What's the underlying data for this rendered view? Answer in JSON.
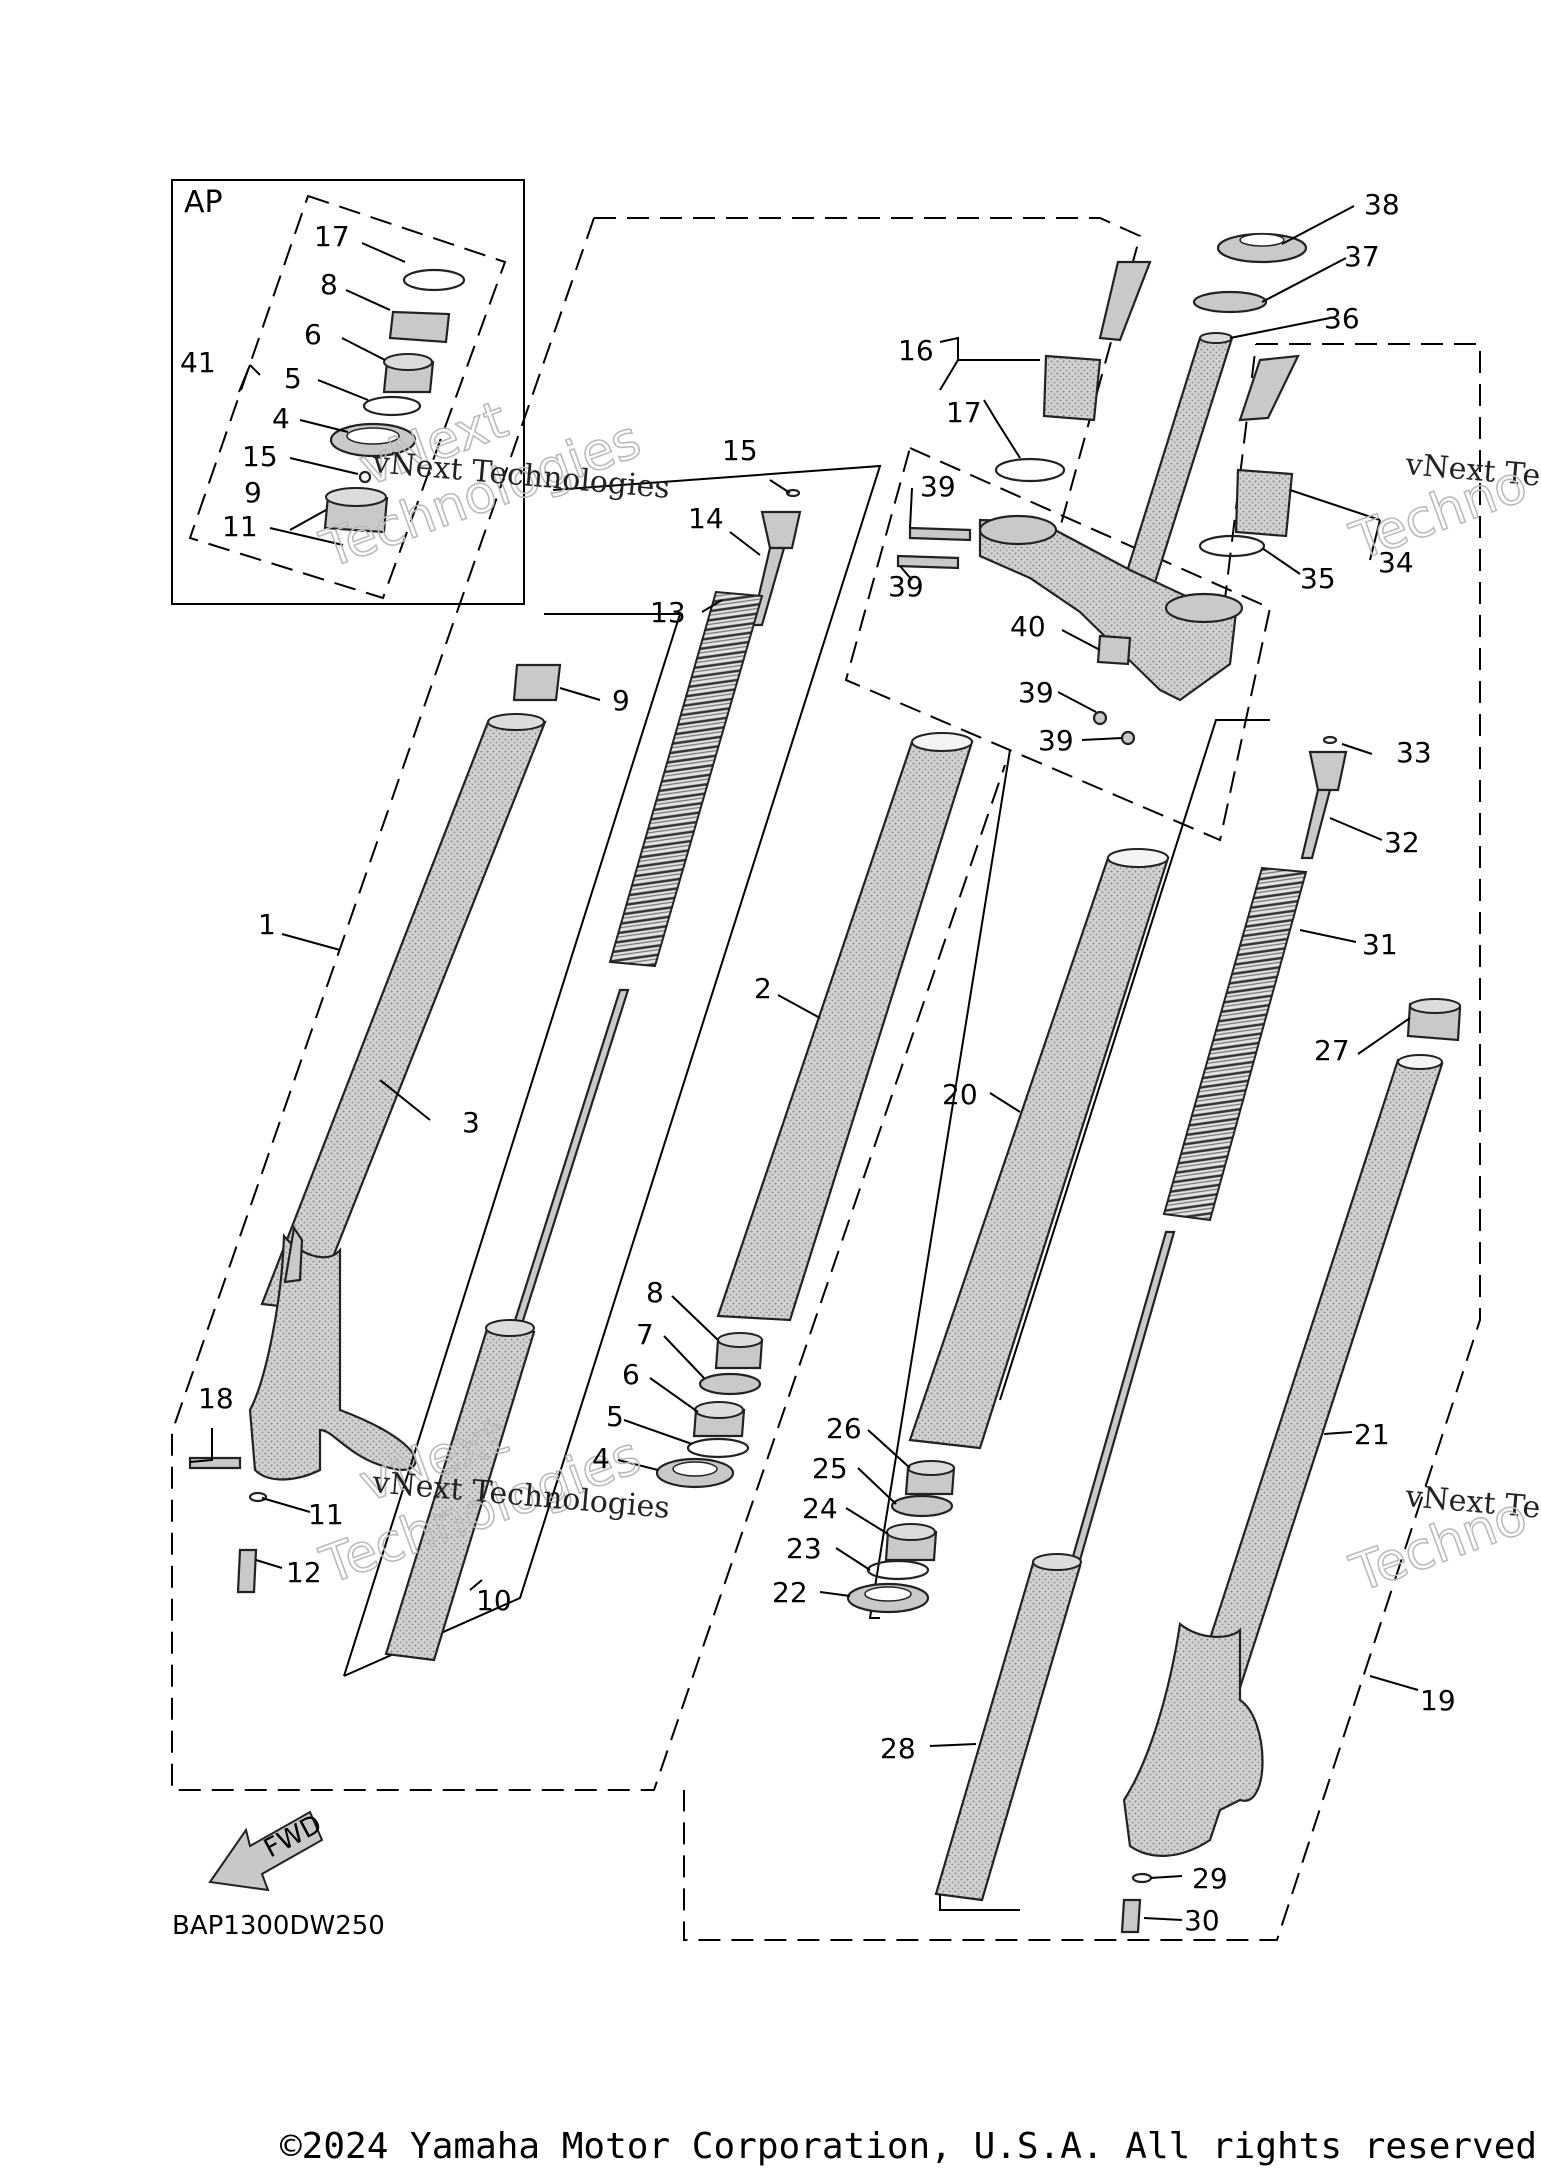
{
  "inset_box_label": "AP",
  "diagram_code": "BAP1300DW250",
  "direction_arrow_text": "FWD",
  "watermark_text": "vNext Technologies",
  "watermark_big_1": "vNext",
  "watermark_big_2": "Technologies",
  "watermark_partial_top": "vNext Tec",
  "watermark_partial_big": "Techno",
  "copyright": "©2024 Yamaha Motor Corporation, U.S.A. All rights reserved",
  "callouts": [
    {
      "id": "c-17a",
      "text": "17"
    },
    {
      "id": "c-8a",
      "text": "8"
    },
    {
      "id": "c-6a",
      "text": "6"
    },
    {
      "id": "c-41",
      "text": "41"
    },
    {
      "id": "c-5a",
      "text": "5"
    },
    {
      "id": "c-4a",
      "text": "4"
    },
    {
      "id": "c-15a",
      "text": "15"
    },
    {
      "id": "c-9a",
      "text": "9"
    },
    {
      "id": "c-11a",
      "text": "11"
    },
    {
      "id": "c-9b",
      "text": "9"
    },
    {
      "id": "c-1",
      "text": "1"
    },
    {
      "id": "c-3",
      "text": "3"
    },
    {
      "id": "c-15b",
      "text": "15"
    },
    {
      "id": "c-14",
      "text": "14"
    },
    {
      "id": "c-13",
      "text": "13"
    },
    {
      "id": "c-16",
      "text": "16"
    },
    {
      "id": "c-17b",
      "text": "17"
    },
    {
      "id": "c-39a",
      "text": "39"
    },
    {
      "id": "c-39b",
      "text": "39"
    },
    {
      "id": "c-38",
      "text": "38"
    },
    {
      "id": "c-37",
      "text": "37"
    },
    {
      "id": "c-36",
      "text": "36"
    },
    {
      "id": "c-40",
      "text": "40"
    },
    {
      "id": "c-39c",
      "text": "39"
    },
    {
      "id": "c-39d",
      "text": "39"
    },
    {
      "id": "c-35",
      "text": "35"
    },
    {
      "id": "c-34",
      "text": "34"
    },
    {
      "id": "c-33",
      "text": "33"
    },
    {
      "id": "c-32",
      "text": "32"
    },
    {
      "id": "c-31",
      "text": "31"
    },
    {
      "id": "c-2",
      "text": "2"
    },
    {
      "id": "c-20",
      "text": "20"
    },
    {
      "id": "c-27",
      "text": "27"
    },
    {
      "id": "c-8b",
      "text": "8"
    },
    {
      "id": "c-7",
      "text": "7"
    },
    {
      "id": "c-6b",
      "text": "6"
    },
    {
      "id": "c-5b",
      "text": "5"
    },
    {
      "id": "c-4b",
      "text": "4"
    },
    {
      "id": "c-18",
      "text": "18"
    },
    {
      "id": "c-11b",
      "text": "11"
    },
    {
      "id": "c-12",
      "text": "12"
    },
    {
      "id": "c-10",
      "text": "10"
    },
    {
      "id": "c-26",
      "text": "26"
    },
    {
      "id": "c-25",
      "text": "25"
    },
    {
      "id": "c-24",
      "text": "24"
    },
    {
      "id": "c-23",
      "text": "23"
    },
    {
      "id": "c-22",
      "text": "22"
    },
    {
      "id": "c-21",
      "text": "21"
    },
    {
      "id": "c-19",
      "text": "19"
    },
    {
      "id": "c-28",
      "text": "28"
    },
    {
      "id": "c-29",
      "text": "29"
    },
    {
      "id": "c-30",
      "text": "30"
    }
  ]
}
